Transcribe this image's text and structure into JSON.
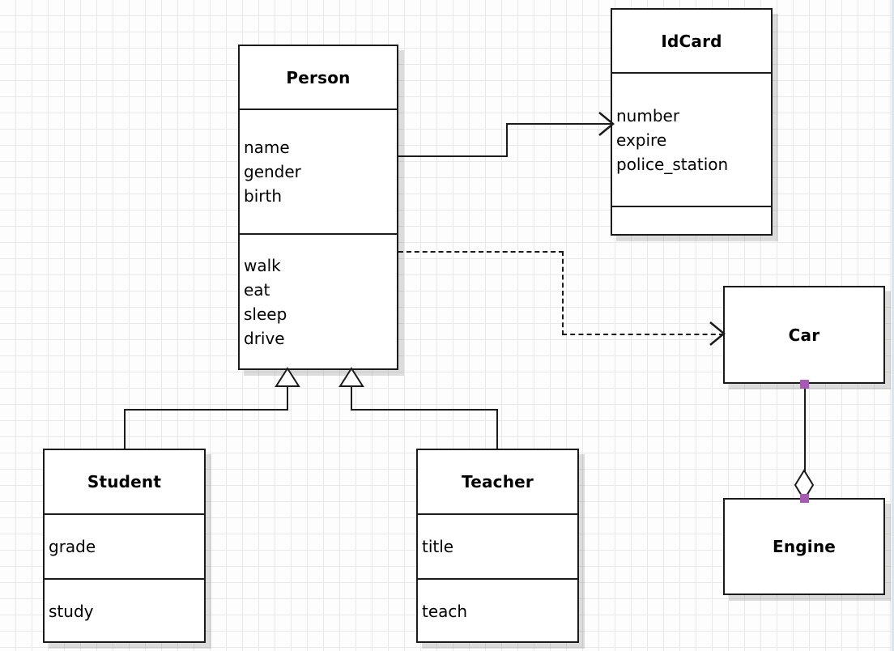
{
  "diagram": {
    "type": "uml-class-diagram",
    "background": "#fdfdfd",
    "grid_color": "#e9e9ec",
    "line_color": "#1b1b1b",
    "handle_color": "#a65ab4",
    "classes": [
      {
        "id": "person",
        "name": "Person",
        "attributes": [
          "name",
          "gender",
          "birth"
        ],
        "methods": [
          "walk",
          "eat",
          "sleep",
          "drive"
        ]
      },
      {
        "id": "idcard",
        "name": "IdCard",
        "attributes": [
          "number",
          "expire",
          "police_station"
        ],
        "methods": []
      },
      {
        "id": "student",
        "name": "Student",
        "attributes": [
          "grade"
        ],
        "methods": [
          "study"
        ]
      },
      {
        "id": "teacher",
        "name": "Teacher",
        "attributes": [
          "title"
        ],
        "methods": [
          "teach"
        ]
      },
      {
        "id": "car",
        "name": "Car",
        "attributes": [],
        "methods": []
      },
      {
        "id": "engine",
        "name": "Engine",
        "attributes": [],
        "methods": []
      }
    ],
    "relations": [
      {
        "id": "person-idcard",
        "kind": "association",
        "from": "Person",
        "to": "IdCard",
        "style": "solid",
        "arrow": "open-arrow"
      },
      {
        "id": "person-car",
        "kind": "dependency",
        "from": "Person",
        "to": "Car",
        "style": "dashed",
        "arrow": "open-arrow"
      },
      {
        "id": "student-person",
        "kind": "generalization",
        "from": "Student",
        "to": "Person",
        "style": "solid",
        "arrow": "hollow-triangle"
      },
      {
        "id": "teacher-person",
        "kind": "generalization",
        "from": "Teacher",
        "to": "Person",
        "style": "solid",
        "arrow": "hollow-triangle"
      },
      {
        "id": "car-engine",
        "kind": "aggregation",
        "from": "Car",
        "to": "Engine",
        "style": "solid",
        "arrow": "hollow-diamond",
        "selected": true
      }
    ]
  }
}
